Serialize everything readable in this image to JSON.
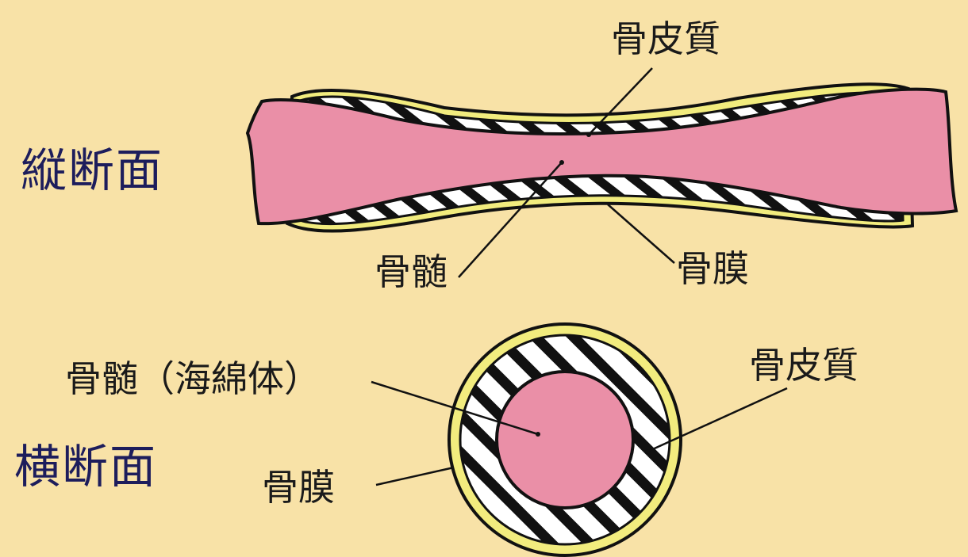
{
  "labels": {
    "longitudinal_section": "縦断面",
    "cross_section": "横断面",
    "long_cortex": "骨皮質",
    "long_marrow": "骨髄",
    "long_periosteum": "骨膜",
    "cross_marrow": "骨髄（海綿体）",
    "cross_cortex": "骨皮質",
    "cross_periosteum": "骨膜"
  },
  "colors": {
    "background": "#f8e2a7",
    "marrow": "#ea8fa7",
    "periosteum": "#f2ec7e",
    "cortex": "#ffffff",
    "outline": "#111111",
    "section_label": "#1d1d5c"
  }
}
